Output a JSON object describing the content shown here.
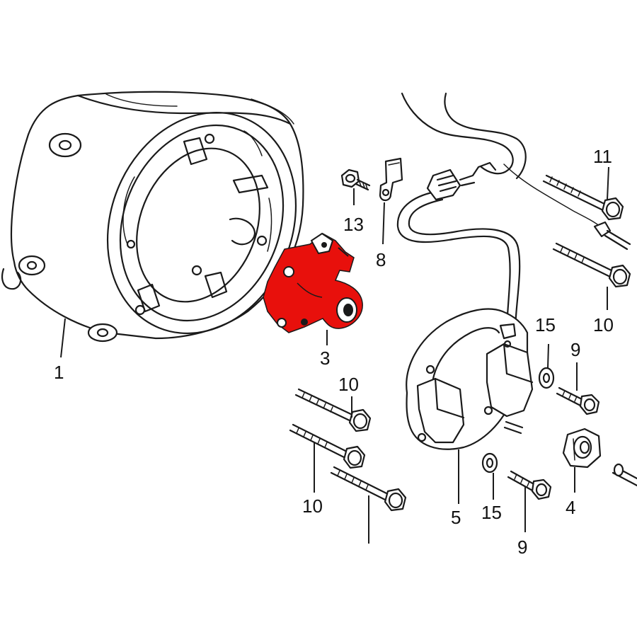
{
  "highlight_color": "#e8100c",
  "callouts": {
    "c1": "1",
    "c3": "3",
    "c4": "4",
    "c5": "5",
    "c8": "8",
    "c9_top": "9",
    "c9_bottom": "9",
    "c10_right": "10",
    "c10_mid": "10",
    "c10_lower": "10",
    "c11": "11",
    "c13": "13",
    "c15_top": "15",
    "c15_bottom": "15"
  }
}
